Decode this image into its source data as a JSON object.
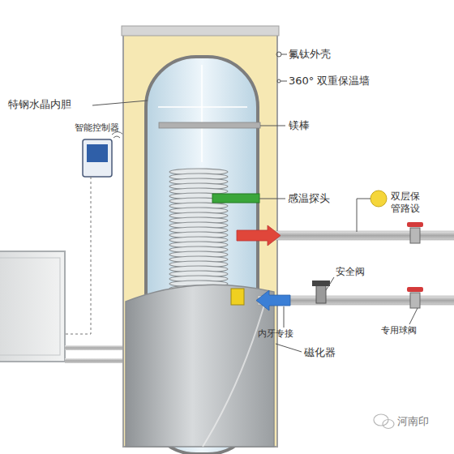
{
  "diagram": {
    "labels": [
      "氟钛外壳",
      "360° 双重保温墙",
      "特钢水晶内胆",
      "镁棒",
      "智能控制器",
      "感温探头",
      "双层保 管路设",
      "安全阀",
      "内牙专接",
      "专用球阀",
      "磁化器",
      "河南印"
    ]
  }
}
